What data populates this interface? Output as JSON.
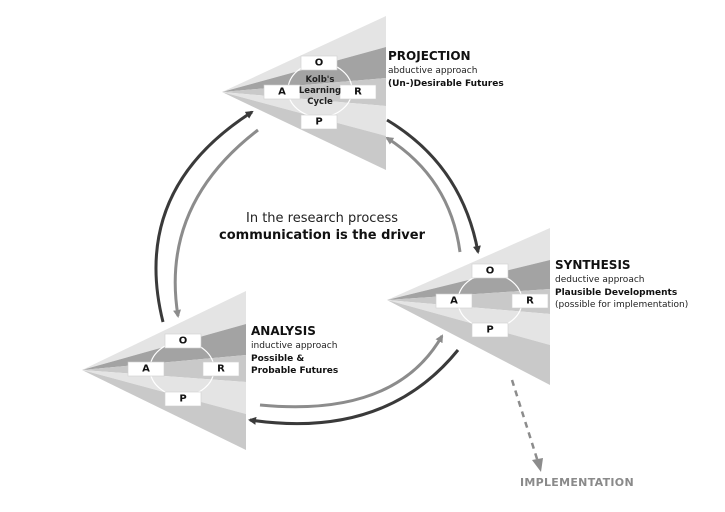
{
  "center": {
    "line1": "In the research process",
    "line2": "communication is the driver"
  },
  "cycle_labels": {
    "o": "O",
    "a": "A",
    "r": "R",
    "p": "P"
  },
  "kolb": {
    "line1": "Kolb's",
    "line2": "Learning",
    "line3": "Cycle"
  },
  "projection": {
    "title": "PROJECTION",
    "approach": "abductive approach",
    "futures": "(Un-)Desirable Futures"
  },
  "synthesis": {
    "title": "SYNTHESIS",
    "approach": "deductive approach",
    "futures": "Plausible Developments",
    "note": "(possible for implementation)"
  },
  "analysis": {
    "title": "ANALYSIS",
    "approach": "inductive approach",
    "futures_line1": "Possible &",
    "futures_line2": "Probable Futures"
  },
  "implementation": {
    "label": "IMPLEMENTATION"
  },
  "colors": {
    "light": "#e4e4e4",
    "mid": "#c9c9c9",
    "dark": "#a3a3a3",
    "arrow_dark": "#3a3a3a",
    "arrow_mid": "#8c8c8c"
  }
}
